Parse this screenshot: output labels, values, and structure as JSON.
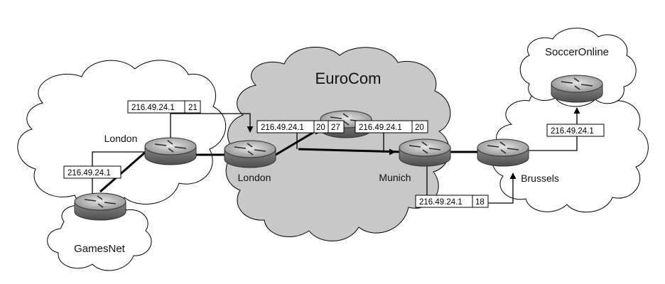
{
  "clouds": {
    "gamesnet": "GamesNet",
    "eurocom": "EuroCom",
    "socceronline": "SoccerOnline"
  },
  "routers": {
    "london_edge": "London",
    "london_core": "London",
    "munich": "Munich",
    "brussels": "Brussels"
  },
  "tags": {
    "gamesnet_uplink": {
      "prefix": "216.49.24.1"
    },
    "london_to_eurocom": {
      "prefix": "216.49.24.1",
      "labels": [
        "21"
      ]
    },
    "eurocom_stacked": {
      "prefix": "216.49.24.1",
      "labels": [
        "20",
        "27"
      ]
    },
    "eurocom_to_munich": {
      "prefix": "216.49.24.1",
      "labels": [
        "20"
      ]
    },
    "munich_to_brussels": {
      "prefix": "216.49.24.1",
      "labels": [
        "18"
      ]
    },
    "brussels_to_socceronline": {
      "prefix": "216.49.24.1"
    }
  },
  "colors": {
    "cloud_white": "#ffffff",
    "cloud_gray": "#c8c8c8",
    "router_body": "#7d7d7d",
    "router_top": "#c2c2c2"
  }
}
